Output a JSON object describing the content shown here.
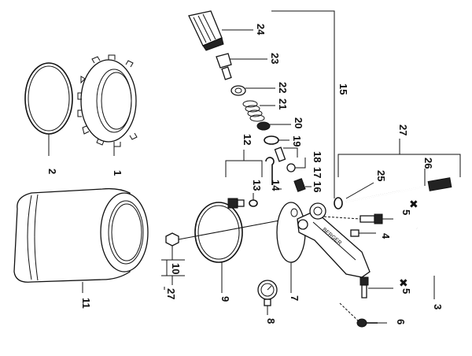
{
  "callouts": {
    "c1": "1",
    "c2": "2",
    "c3": "3",
    "c4": "4",
    "c5a": "5",
    "c5b": "5",
    "c6": "6",
    "c7": "7",
    "c8": "8",
    "c9": "9",
    "c10": "10",
    "c11": "11",
    "c12": "12",
    "c13": "13",
    "c14": "14",
    "c15": "15",
    "c16": "16",
    "c17": "17",
    "c18": "18",
    "c19": "19",
    "c20": "20",
    "c21": "21",
    "c22": "22",
    "c23": "23",
    "c24": "24",
    "c25": "25",
    "c26": "26",
    "c27a": "27",
    "c27b": "27"
  },
  "marks": {
    "note": "✖"
  },
  "body_text": "BERGER"
}
